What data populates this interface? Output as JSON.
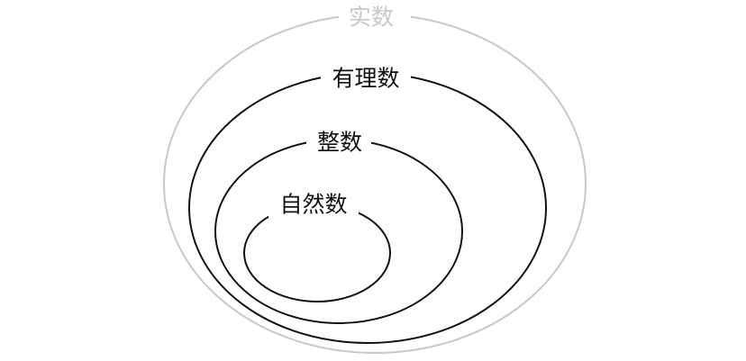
{
  "diagram": {
    "sets": [
      {
        "id": "reals",
        "label": "实数",
        "color": "#c8c8c8"
      },
      {
        "id": "rationals",
        "label": "有理数",
        "color": "#111111"
      },
      {
        "id": "integers",
        "label": "整数",
        "color": "#111111"
      },
      {
        "id": "naturals",
        "label": "自然数",
        "color": "#111111"
      }
    ]
  }
}
